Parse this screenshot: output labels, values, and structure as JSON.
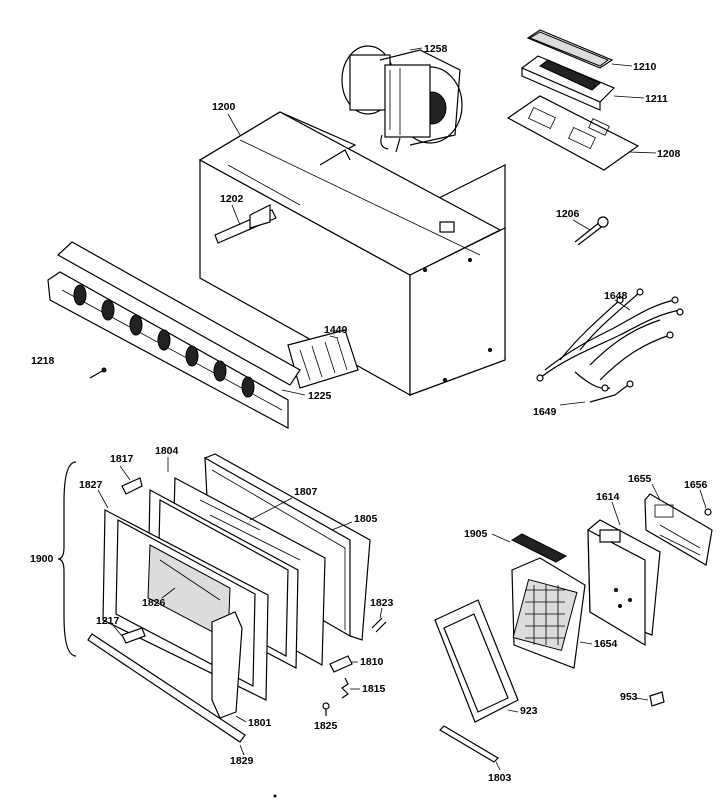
{
  "labels": {
    "p1258": "1258",
    "p1210": "1210",
    "p1211": "1211",
    "p1208": "1208",
    "p1200": "1200",
    "p1202": "1202",
    "p1206": "1206",
    "p1648": "1648",
    "p1440": "1440",
    "p1218": "1218",
    "p1225": "1225",
    "p1649": "1649",
    "p1817": "1817",
    "p1804": "1804",
    "p1827": "1827",
    "p1807": "1807",
    "p1805": "1805",
    "p1900": "1900",
    "p1826": "1826",
    "p1823": "1823",
    "p1217": "1217",
    "p1810": "1810",
    "p1815": "1815",
    "p1801": "1801",
    "p1825": "1825",
    "p1829": "1829",
    "p1614": "1614",
    "p1655": "1655",
    "p1656": "1656",
    "p1905": "1905",
    "p1654": "1654",
    "p923": "923",
    "p953": "953",
    "p1803": "1803"
  }
}
